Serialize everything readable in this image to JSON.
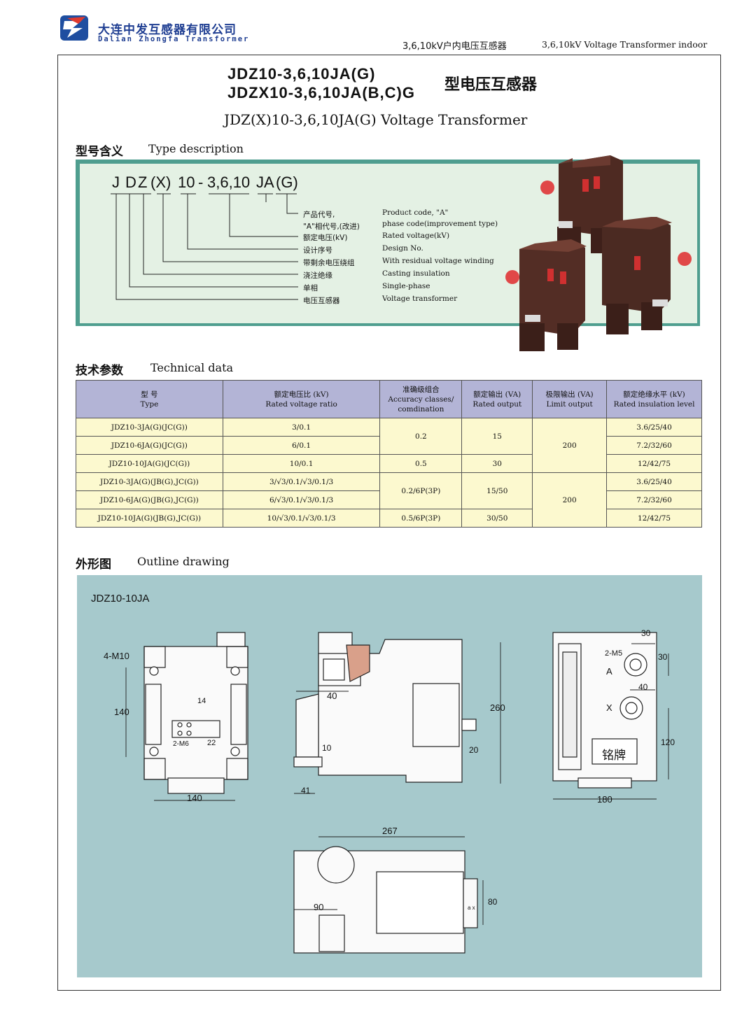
{
  "company": {
    "name_zh": "大连中发互感器有限公司",
    "name_en": "Dalian Zhongfa Transformer"
  },
  "header": {
    "right_zh": "3,6,10kV户内电压互感器",
    "right_en": "3,6,10kV Voltage Transformer indoor"
  },
  "title": {
    "line1": "JDZ10-3,6,10JA(G)",
    "line2": "JDZX10-3,6,10JA(B,C)G",
    "suffix_zh": "型电压互感器",
    "subtitle_en": "JDZ(X)10-3,6,10JA(G) Voltage Transformer"
  },
  "type_section": {
    "heading_zh": "型号含义",
    "heading_en": "Type description",
    "code": [
      "J",
      "D",
      "Z",
      "(X)",
      "10",
      "-",
      "3,6,10",
      "JA",
      "(G)"
    ],
    "items": [
      {
        "zh": "产品代号,",
        "en": "Product code, \"A\""
      },
      {
        "zh": "\"A\"相代号,(改进)",
        "en": "phase code(improvement type)"
      },
      {
        "zh": "额定电压(kV)",
        "en": "Rated voltage(kV)"
      },
      {
        "zh": "设计序号",
        "en": "Design No."
      },
      {
        "zh": "带剩余电压绕组",
        "en": "With residual voltage winding"
      },
      {
        "zh": "浇注绝缘",
        "en": "Casting insulation"
      },
      {
        "zh": "单相",
        "en": "Single-phase"
      },
      {
        "zh": "电压互感器",
        "en": "Voltage transformer"
      }
    ]
  },
  "tech_section": {
    "heading_zh": "技术参数",
    "heading_en": "Technical data",
    "columns": [
      {
        "zh": "型 号",
        "en": "Type"
      },
      {
        "zh": "额定电压比 (kV)",
        "en": "Rated voltage ratio"
      },
      {
        "zh": "准确级组合",
        "en": "Accuracy classes/ comdination"
      },
      {
        "zh": "额定输出 (VA)",
        "en": "Rated output"
      },
      {
        "zh": "极限输出 (VA)",
        "en": "Limit output"
      },
      {
        "zh": "额定绝缘水平 (kV)",
        "en": "Rated insulation level"
      }
    ],
    "rows": [
      {
        "type": "JDZ10-3JA(G)(JC(G))",
        "ratio": "3/0.1",
        "insulation": "3.6/25/40"
      },
      {
        "type": "JDZ10-6JA(G)(JC(G))",
        "ratio": "6/0.1",
        "insulation": "7.2/32/60"
      },
      {
        "type": "JDZ10-10JA(G)(JC(G))",
        "ratio": "10/0.1",
        "insulation": "12/42/75"
      },
      {
        "type": "JDZ10-3JA(G)(JB(G),JC(G))",
        "ratio": "3/√3/0.1/√3/0.1/3",
        "insulation": "3.6/25/40"
      },
      {
        "type": "JDZ10-6JA(G)(JB(G),JC(G))",
        "ratio": "6/√3/0.1/√3/0.1/3",
        "insulation": "7.2/32/60"
      },
      {
        "type": "JDZ10-10JA(G)(JB(G),JC(G))",
        "ratio": "10/√3/0.1/√3/0.1/3",
        "insulation": "12/42/75"
      }
    ],
    "merged": {
      "acc1": "0.2",
      "acc2": "0.5",
      "acc3": "0.2/6P(3P)",
      "acc4": "0.5/6P(3P)",
      "out1": "15",
      "out2": "30",
      "out3": "15/50",
      "out4": "30/50",
      "lim1": "200",
      "lim2": "200"
    }
  },
  "outline_section": {
    "heading_zh": "外形图",
    "heading_en": "Outline drawing",
    "model": "JDZ10-10JA",
    "dims": {
      "m10": "4-M10",
      "h140": "140",
      "w140": "140",
      "d14": "14",
      "d22": "22",
      "m6": "2-M6",
      "d40a": "40",
      "d10": "10",
      "d41": "41",
      "d20": "20",
      "h260": "260",
      "d30a": "30",
      "d30b": "30",
      "m5": "2-M5",
      "lblA": "A",
      "lblX": "X",
      "d40b": "40",
      "h120": "120",
      "w180": "180",
      "nameplate": "铭牌",
      "w267": "267",
      "w90": "90",
      "h80": "80",
      "tiny": "a x"
    }
  }
}
